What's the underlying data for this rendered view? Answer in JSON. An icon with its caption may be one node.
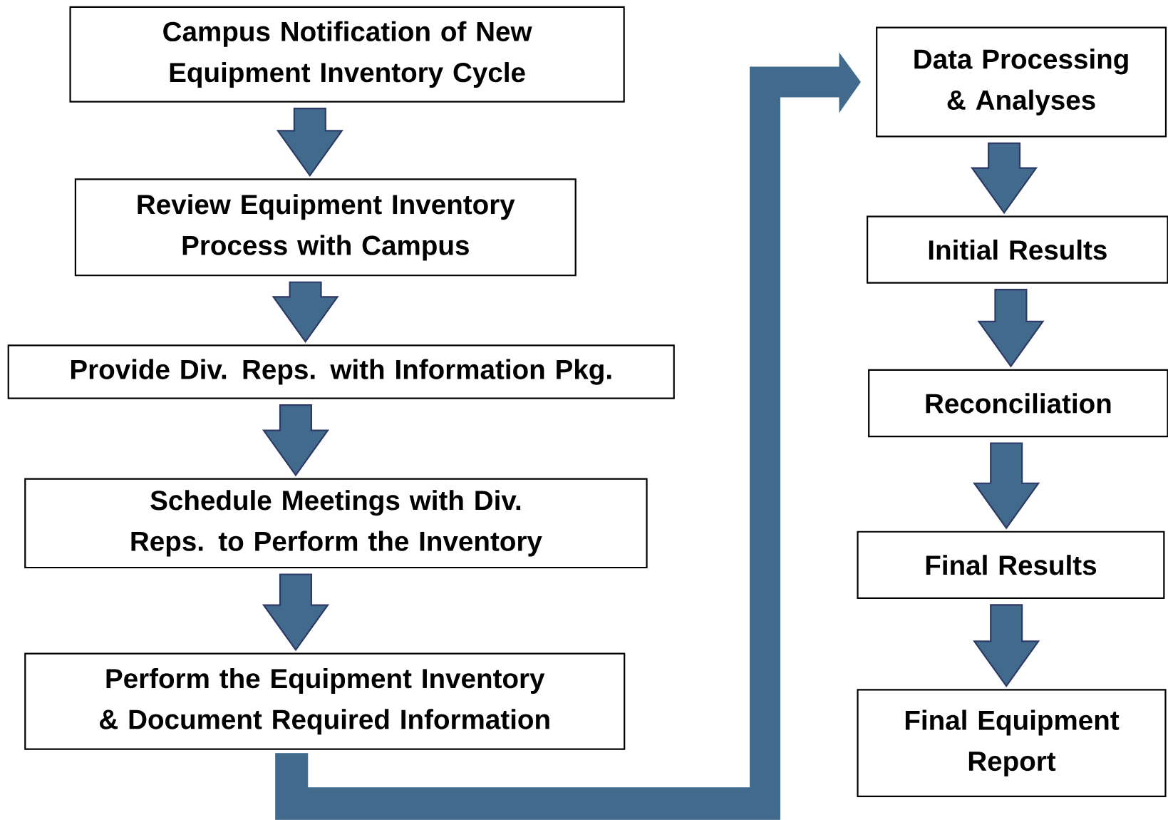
{
  "diagram": {
    "nodes": [
      {
        "text": [
          "Campus Notification of New Equipment Inventory Cycle"
        ]
      },
      {
        "text": [
          "Review Equipment Inventory Process with Campus"
        ]
      },
      {
        "text": [
          "Provide Div. Reps. with Information Pkg."
        ]
      },
      {
        "text": [
          "Schedule Meetings with Div. Reps. to Perform the Inventory"
        ]
      },
      {
        "text": [
          "Perform the Equipment Inventory & Document Required Information"
        ]
      },
      {
        "text": [
          "Data Processing & Analyses"
        ]
      },
      {
        "text": [
          "Initial Results"
        ]
      },
      {
        "text": [
          "Reconciliation"
        ]
      },
      {
        "text": [
          "Final Results"
        ]
      },
      {
        "text": [
          "Final Equipment Report"
        ]
      }
    ],
    "edges": [
      {
        "from": 0,
        "to": 1,
        "arrow": "to"
      },
      {
        "from": 1,
        "to": 2,
        "arrow": "to"
      },
      {
        "from": 2,
        "to": 3,
        "arrow": "to"
      },
      {
        "from": 3,
        "to": 4,
        "arrow": "to"
      },
      {
        "from": 4,
        "to": 5,
        "arrow": "to"
      },
      {
        "from": 5,
        "to": 6,
        "arrow": "to"
      },
      {
        "from": 6,
        "to": 7,
        "arrow": "to"
      },
      {
        "from": 7,
        "to": 8,
        "arrow": "to"
      },
      {
        "from": 8,
        "to": 9,
        "arrow": "to"
      }
    ]
  }
}
